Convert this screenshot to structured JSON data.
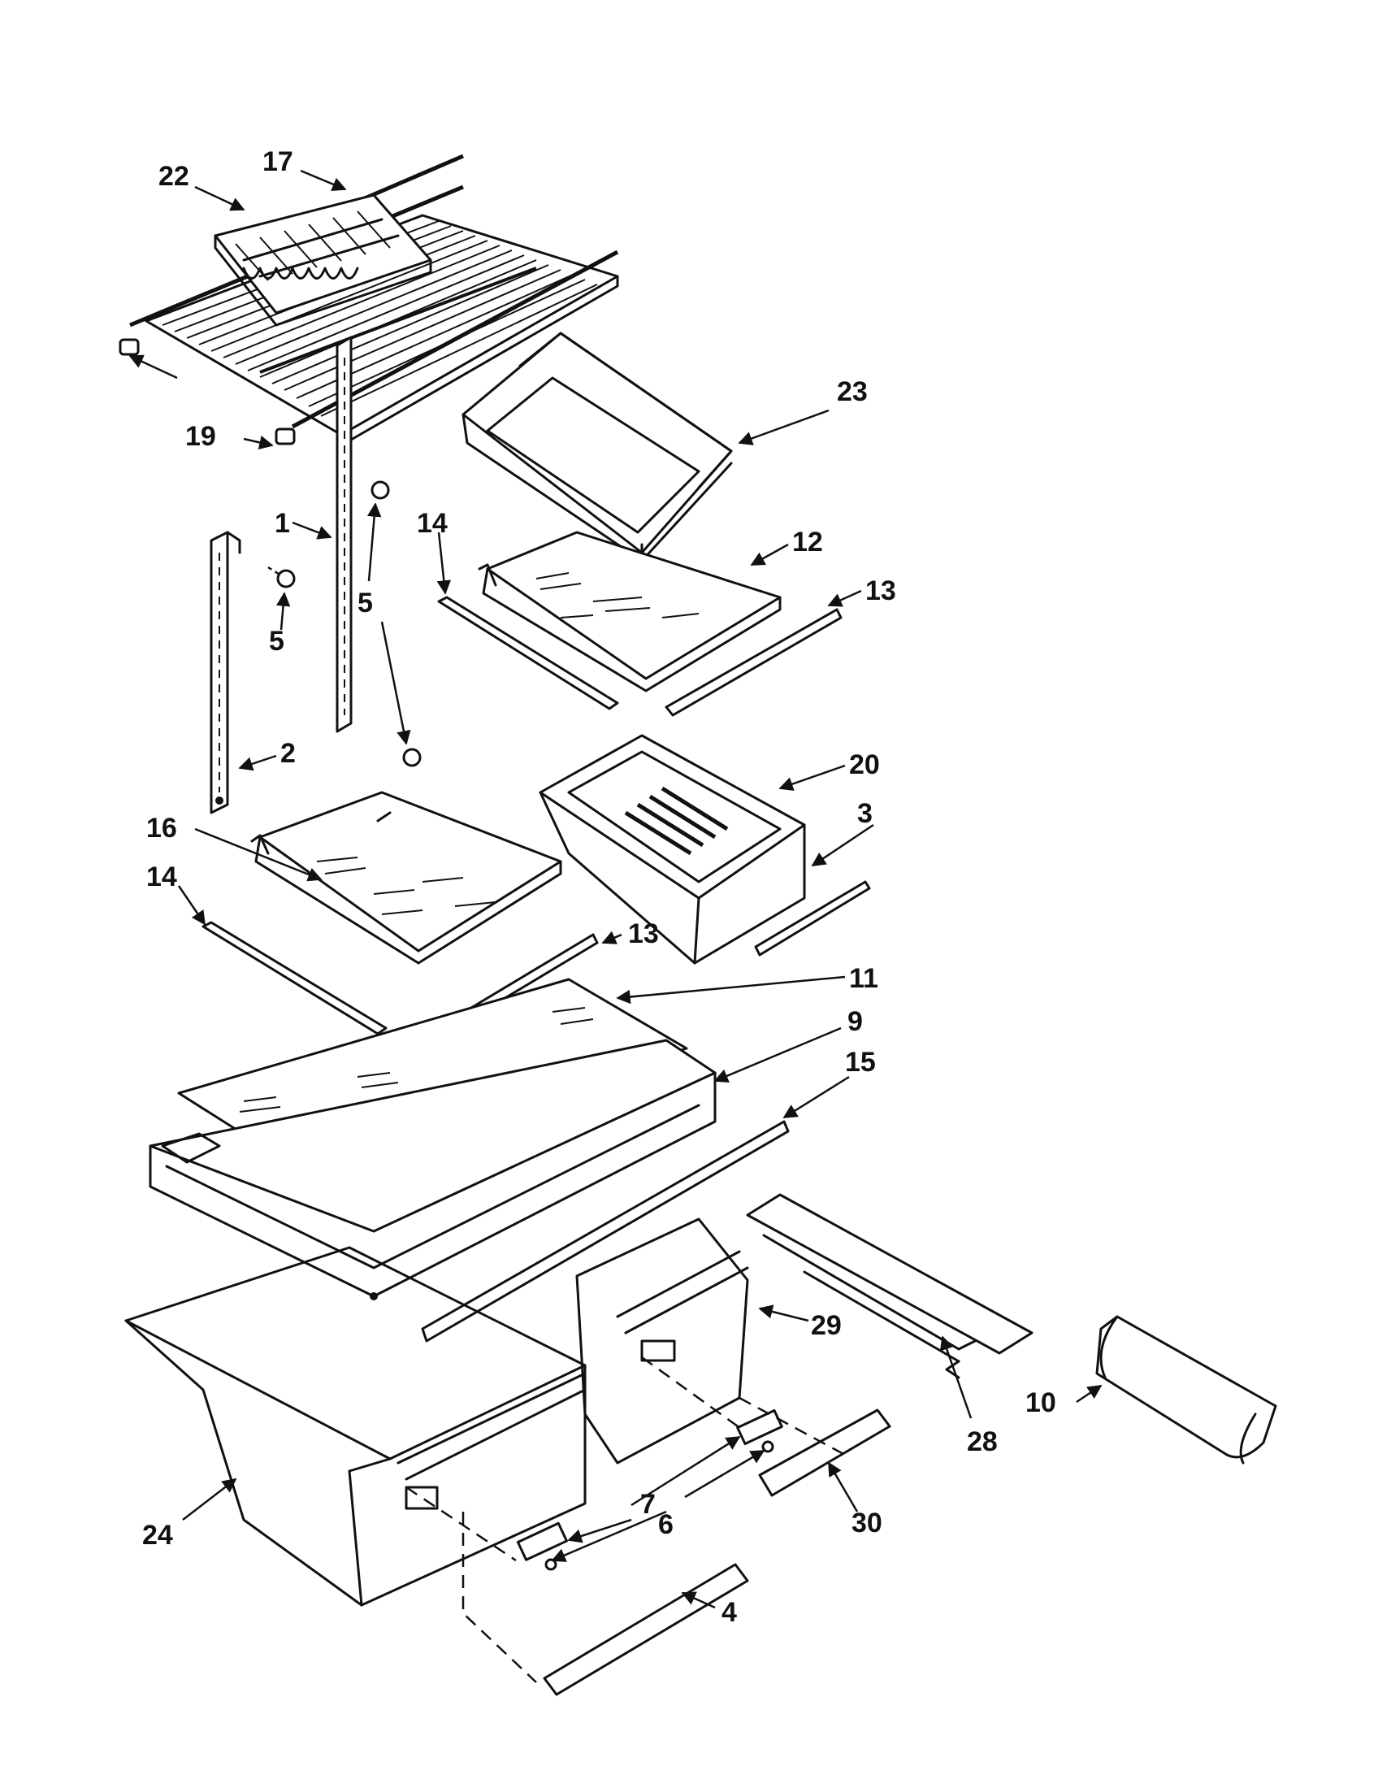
{
  "callouts": [
    {
      "id": "c22",
      "label": "22"
    },
    {
      "id": "c17",
      "label": "17"
    },
    {
      "id": "c23",
      "label": "23"
    },
    {
      "id": "c19",
      "label": "19"
    },
    {
      "id": "c14a",
      "label": "14"
    },
    {
      "id": "c1",
      "label": "1"
    },
    {
      "id": "c5a",
      "label": "5"
    },
    {
      "id": "c5b",
      "label": "5"
    },
    {
      "id": "c12",
      "label": "12"
    },
    {
      "id": "c13a",
      "label": "13"
    },
    {
      "id": "c2",
      "label": "2"
    },
    {
      "id": "c20",
      "label": "20"
    },
    {
      "id": "c3",
      "label": "3"
    },
    {
      "id": "c16",
      "label": "16"
    },
    {
      "id": "c14b",
      "label": "14"
    },
    {
      "id": "c13b",
      "label": "13"
    },
    {
      "id": "c11",
      "label": "11"
    },
    {
      "id": "c9",
      "label": "9"
    },
    {
      "id": "c15",
      "label": "15"
    },
    {
      "id": "c29",
      "label": "29"
    },
    {
      "id": "c28",
      "label": "28"
    },
    {
      "id": "c10",
      "label": "10"
    },
    {
      "id": "c24",
      "label": "24"
    },
    {
      "id": "c7",
      "label": "7"
    },
    {
      "id": "c6",
      "label": "6"
    },
    {
      "id": "c30",
      "label": "30"
    },
    {
      "id": "c4",
      "label": "4"
    }
  ]
}
